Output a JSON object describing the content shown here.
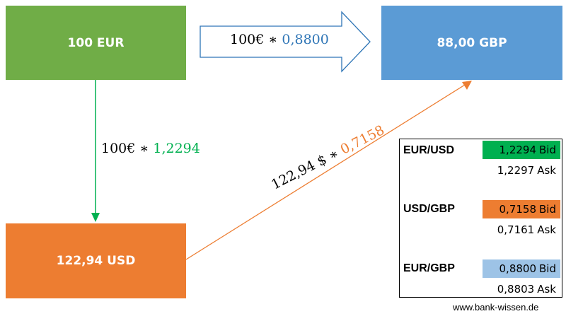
{
  "nodes": {
    "eur": "100 EUR",
    "gbp": "88,00 GBP",
    "usd": "122,94 USD"
  },
  "formulas": {
    "direct": {
      "base": "100€",
      "op": "∗",
      "rate": "0,8800"
    },
    "eur_usd": {
      "base": "100€",
      "op": "∗",
      "rate": "1,2294"
    },
    "usd_gbp": {
      "base": "122,94 $",
      "op": "∗",
      "rate": "0,7158"
    }
  },
  "rates": [
    {
      "pair": "EUR/USD",
      "bid": "1,2294",
      "ask": "1,2297"
    },
    {
      "pair": "USD/GBP",
      "bid": "0,7158",
      "ask": "0,7161"
    },
    {
      "pair": "EUR/GBP",
      "bid": "0,8800",
      "ask": "0,8803"
    }
  ],
  "labels": {
    "bid": "Bid",
    "ask": "Ask"
  },
  "colors": {
    "eur": "#70ad47",
    "gbp": "#5b9bd5",
    "usd": "#ed7d31",
    "green_rate": "#00b050",
    "blue_rate": "#2e75b6",
    "blue_highlight": "#9dc3e6"
  },
  "watermark": "www.bank-wissen.de"
}
